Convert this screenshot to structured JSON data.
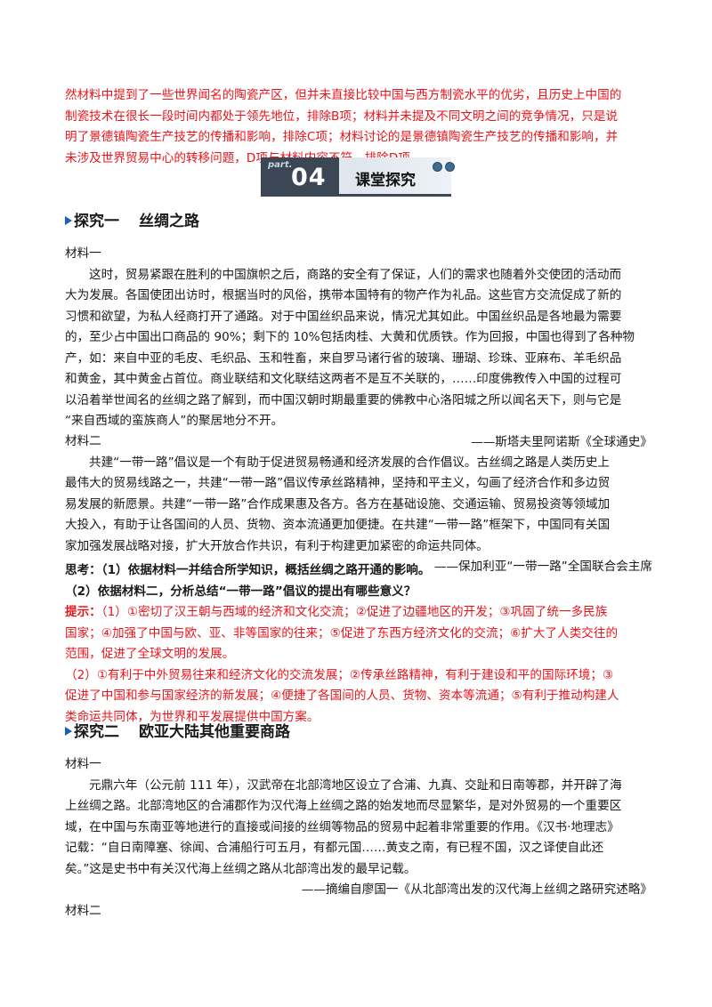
{
  "intro_answer": {
    "lines": [
      "然材料中提到了一些世界闻名的陶瓷产区，但并未直接比较中国与西方制瓷水平的优劣，且历史上中国的",
      "制瓷技术在很长一段时间内都处于领先地位，排除B项；材料并未提及不同文明之间的竞争情况，只是说",
      "明了景德镇陶瓷生产技艺的传播和影响，排除C项；材料讨论的是景德镇陶瓷生产技艺的传播和影响，并",
      "未涉及世界贸易中心的转移问题，D项与材料内容不符，排除D项。"
    ]
  },
  "banner": {
    "part_word": "part.",
    "number": "04",
    "title": "课堂探究"
  },
  "section1": {
    "heading_a": "探究一",
    "heading_b": "丝绸之路",
    "material1_label": "材料一",
    "material1_lines": [
      "这时，贸易紧跟在胜利的中国旗帜之后，商路的安全有了保证，人们的需求也随着外交使团的活动而",
      "大为发展。各国使团出访时，根据当时的风俗，携带本国特有的物产作为礼品。这些官方交流促成了新的",
      "习惯和欲望，为私人经商打开了通路。对于中国丝织品来说，情况尤其如此。中国丝织品是各地最为需要",
      "的，至少占中国出口商品的 90%；剩下的 10%包括肉桂、大黄和优质铁。作为回报，中国也得到了各种物",
      "产，如：来自中亚的毛皮、毛织品、玉和牲畜，来自罗马诸行省的玻璃、珊瑚、珍珠、亚麻布、羊毛织品",
      "和黄金，其中黄金占首位。商业联结和文化联结这两者不是互不关联的，……印度佛教传入中国的过程可",
      "以沿着举世闻名的丝绸之路了解到，而中国汉朝时期最重要的佛教中心洛阳城之所以闻名天下，则与它是",
      "“来自西域的蛮族商人”的聚居地分不开。"
    ],
    "material1_source": "——斯塔夫里阿诺斯《全球通史》",
    "material2_label": "材料二",
    "material2_lines": [
      "共建“一带一路”倡议是一个有助于促进贸易畅通和经济发展的合作倡议。古丝绸之路是人类历史上",
      "最伟大的贸易线路之一，共建“一带一路”倡议传承丝路精神，坚持和平主义，勾画了经济合作和多边贸",
      "易发展的新愿景。共建“一带一路”合作成果惠及各方。各方在基础设施、交通运输、贸易投资等领域加",
      "大投入，有助于让各国间的人员、货物、资本流通更加便捷。在共建“一带一路”框架下，中国同有关国",
      "家加强发展战略对接，扩大开放合作共识，有利于构建更加紧密的命运共同体。"
    ],
    "material2_source": "——保加利亚“一带一路”全国联合会主席",
    "think_q1": "思考：（1）依据材料一并结合所学知识，概括丝绸之路开通的影响。",
    "think_q2": "（2）依据材料二，分析总结“一带一路”倡议的提出有哪些意义？",
    "hint_label": "提示：",
    "hint1_lines": [
      "（1）①密切了汉王朝与西域的经济和文化交流；②促进了边疆地区的开发；③巩固了统一多民族",
      "国家；④加强了中国与欧、亚、非等国家的往来；⑤促进了东西方经济文化的交流；⑥扩大了人类交往的",
      "范围，促进了全球文明的发展。"
    ],
    "hint2_lines": [
      "（2）①有利于中外贸易往来和经济文化的交流发展；②传承丝路精神，有利于建设和平的国际环境；③",
      "促进了中国和参与国家经济的新发展；④便捷了各国间的人员、货物、资本等流通；⑤有利于推动构建人",
      "类命运共同体，为世界和平发展提供中国方案。"
    ]
  },
  "section2": {
    "heading_a": "探究二",
    "heading_b": "欧亚大陆其他重要商路",
    "material1_label": "材料一",
    "material1_lines": [
      "元鼎六年（公元前 111 年），汉武帝在北部湾地区设立了合浦、九真、交趾和日南等郡，并开辟了海",
      "上丝绸之路。北部湾地区的合浦郡作为汉代海上丝绸之路的始发地而尽显繁华，是对外贸易的一个重要区",
      "域，在中国与东南亚等地进行的直接或间接的丝绸等物品的贸易中起着非常重要的作用。《汉书·地理志》",
      "记载：“自日南障塞、徐闻、合浦船行可五月，有都元国……黄支之南，有已程不国，汉之译使自此还",
      "矣。”这是史书中有关汉代海上丝绸之路从北部湾出发的最早记载。"
    ],
    "material1_source": "——摘编自廖国一《从北部湾出发的汉代海上丝绸之路研究述略》",
    "material2_label": "材料二"
  }
}
